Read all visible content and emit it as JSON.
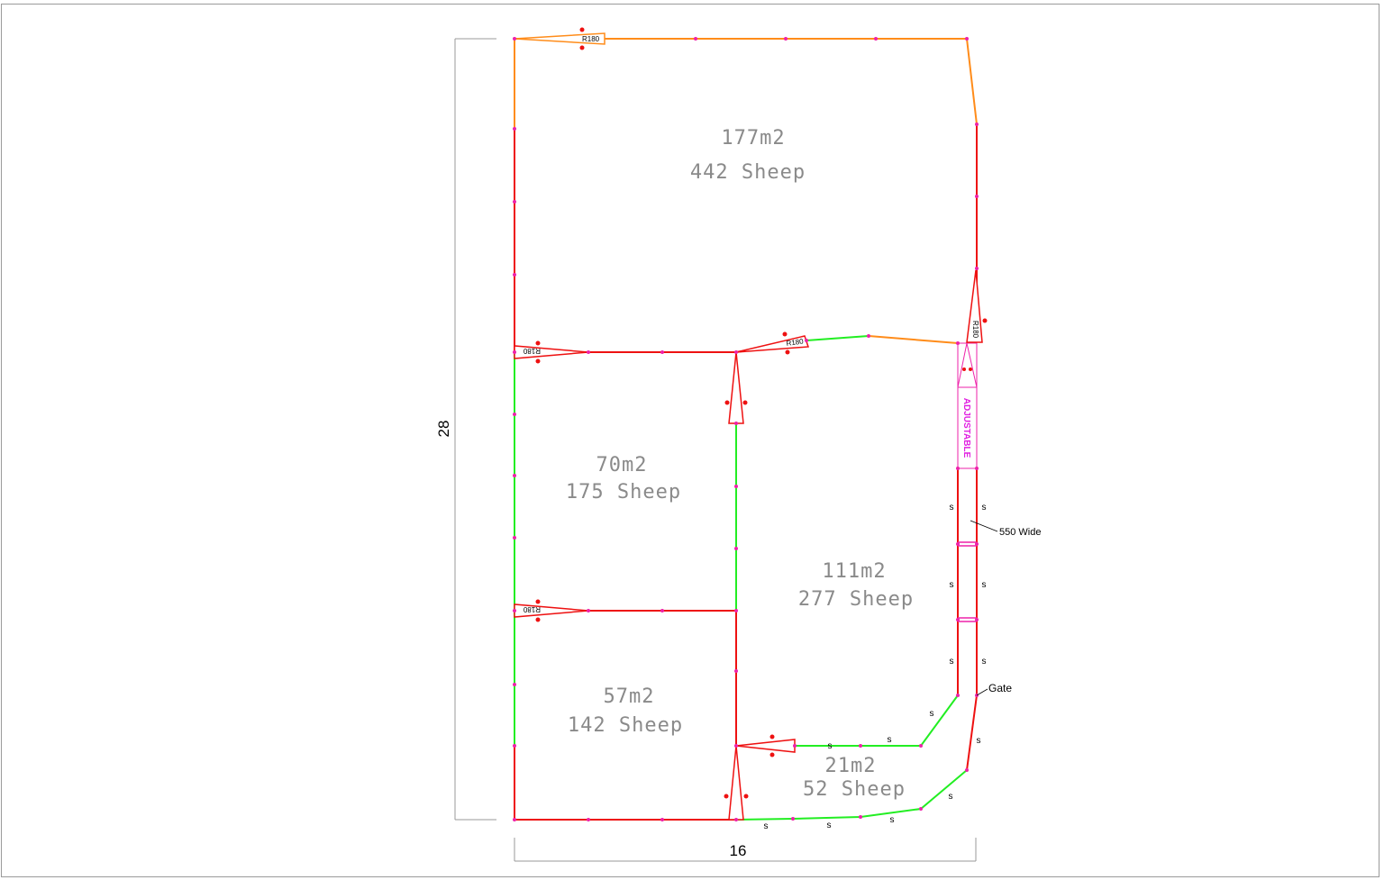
{
  "dimensions": {
    "height": "28",
    "width": "16"
  },
  "pens": [
    {
      "area": "177m2",
      "sheep": "442 Sheep"
    },
    {
      "area": "70m2",
      "sheep": "175 Sheep"
    },
    {
      "area": "111m2",
      "sheep": "277 Sheep"
    },
    {
      "area": "57m2",
      "sheep": "142 Sheep"
    },
    {
      "area": "21m2",
      "sheep": "52 Sheep"
    }
  ],
  "gate_label": "R180",
  "adjustable_label": "ADJUSTABLE",
  "race_width_label": "550 Wide",
  "gate_text": "Gate",
  "s_marker": "s",
  "colors": {
    "red": "#ee1111",
    "green": "#22ee22",
    "orange": "#ff8c1a",
    "magenta": "#ee22aa",
    "dim": "#9a9a9a"
  }
}
